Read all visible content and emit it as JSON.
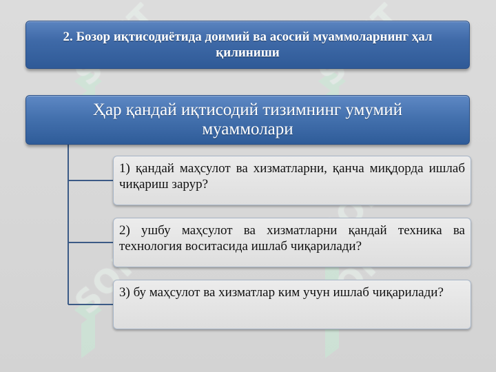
{
  "slide": {
    "title": "2. Бозор иқтисодиётида доимий ва асосий муаммоларнинг ҳал қилиниши",
    "header": "Ҳар қандай иқтисодий тизимнинг умумий муаммолари",
    "items": [
      {
        "text": "1) қандай маҳсулот ва хизматларни, қанча миқдорда ишлаб чиқариш зарур?"
      },
      {
        "text": "2) ушбу маҳсулот ва хизматларни қандай техника ва технология воситасида ишлаб чиқарилади?"
      },
      {
        "text": "3) бу маҳсулот ва хизматлар ким учун ишлаб чиқарилади?"
      }
    ]
  },
  "watermark": {
    "text": "SOFT",
    "color": "#e9f4ee",
    "mark_color": "#c8ecd6"
  },
  "colors": {
    "background": "#d9d9d9",
    "title_fill": "#3f6aa8",
    "item_fill": "#e4e4e4",
    "connector": "#3b5a86"
  }
}
